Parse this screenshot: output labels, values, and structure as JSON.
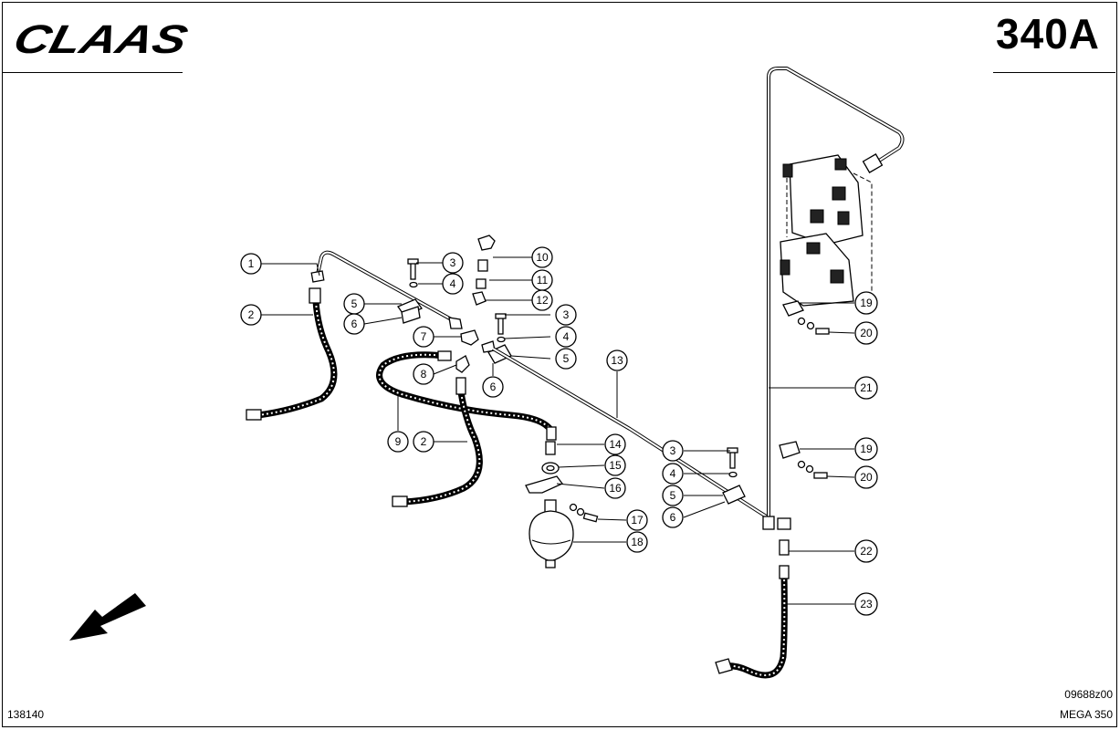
{
  "header": {
    "brand": "CLAAS",
    "page_number": "340A"
  },
  "footer": {
    "drawing_code": "09688z00",
    "model": "MEGA 350",
    "document_number": "138140"
  },
  "callouts": [
    "1",
    "2",
    "3",
    "4",
    "5",
    "6",
    "7",
    "8",
    "9",
    "2",
    "3",
    "4",
    "5",
    "6",
    "10",
    "11",
    "12",
    "13",
    "14",
    "15",
    "16",
    "17",
    "18",
    "3",
    "4",
    "5",
    "6",
    "19",
    "20",
    "21",
    "19",
    "20",
    "22",
    "23"
  ]
}
